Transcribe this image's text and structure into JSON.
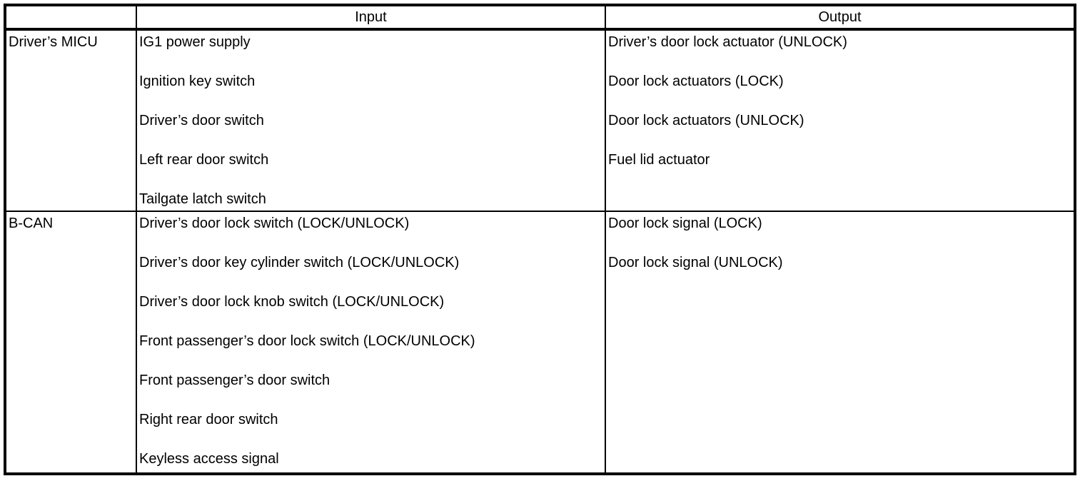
{
  "table": {
    "colors": {
      "border": "#000000",
      "background": "#ffffff",
      "text": "#000000"
    },
    "columns": {
      "source": "",
      "input": "Input",
      "output": "Output"
    },
    "rows": [
      {
        "source": "Driver’s MICU",
        "inputs": [
          "IG1 power supply",
          "Ignition key switch",
          "Driver’s door switch",
          "Left rear door switch",
          "Tailgate latch switch"
        ],
        "outputs": [
          "Driver’s door lock actuator (UNLOCK)",
          "Door lock actuators (LOCK)",
          "Door lock actuators (UNLOCK)",
          "Fuel lid actuator"
        ]
      },
      {
        "source": "B-CAN",
        "inputs": [
          "Driver’s door lock switch (LOCK/UNLOCK)",
          "Driver’s door key cylinder switch (LOCK/UNLOCK)",
          "Driver’s door lock knob switch (LOCK/UNLOCK)",
          "Front passenger’s door lock switch (LOCK/UNLOCK)",
          "Front passenger’s door switch",
          "Right rear door switch",
          "Keyless access signal"
        ],
        "outputs": [
          "Door lock signal (LOCK)",
          "Door lock signal (UNLOCK)"
        ]
      }
    ]
  }
}
